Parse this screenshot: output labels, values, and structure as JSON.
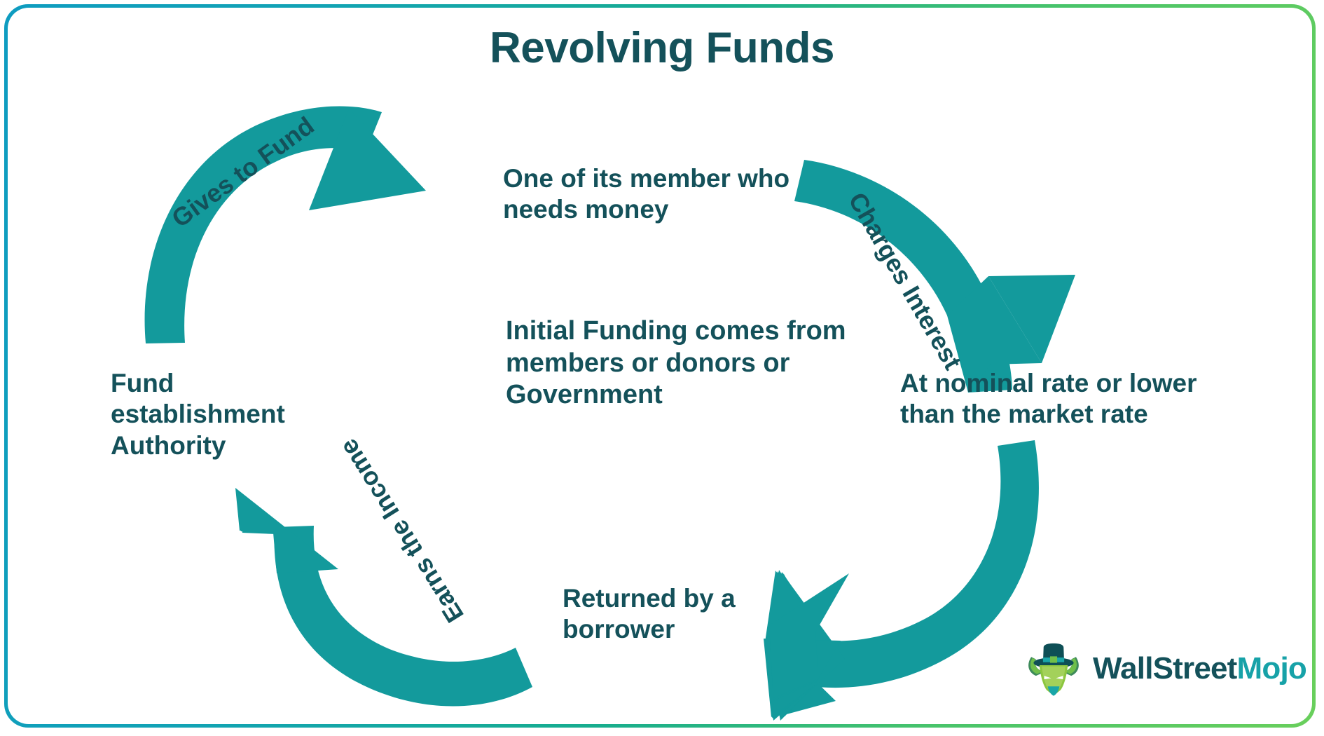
{
  "page": {
    "title": "Revolving Funds",
    "background_color": "#ffffff"
  },
  "colors": {
    "text_dark_teal": "#14515A",
    "arrow_teal": "#139A9C",
    "logo_teal": "#17A2A8",
    "frame_gradient_start": "#0E9CC0",
    "frame_gradient_end": "#69CF5C"
  },
  "diagram": {
    "type": "cycle",
    "nodes": [
      {
        "id": "member",
        "label": "One of its member who needs money",
        "position": "top-center-right"
      },
      {
        "id": "initial-funding",
        "label": "Initial Funding comes from members or donors or Government",
        "position": "center"
      },
      {
        "id": "authority",
        "label": "Fund establishment Authority",
        "position": "left"
      },
      {
        "id": "nominal-rate",
        "label": "At nominal rate or lower than the market rate",
        "position": "right"
      },
      {
        "id": "returned",
        "label": "Returned by a borrower",
        "position": "bottom-center"
      }
    ],
    "arrows": [
      {
        "id": "gives-to-fund",
        "label": "Gives to Fund",
        "direction": "top-left curving right",
        "rotation_deg": -36,
        "color": "#139A9C"
      },
      {
        "id": "charges-interest",
        "label": "Charges Interest",
        "direction": "top-right curving down",
        "rotation_deg": 60,
        "color": "#139A9C"
      },
      {
        "id": "earns-the-income",
        "label": "Earns the Income",
        "direction": "bottom-left curving up",
        "rotation_deg": 238,
        "color": "#139A9C"
      },
      {
        "id": "returns-arrow",
        "label": "",
        "direction": "bottom-right curving left",
        "rotation_deg": 0,
        "color": "#139A9C"
      }
    ]
  },
  "logo": {
    "icon_name": "bull-with-tophat-icon",
    "text_primary": "WallStreet",
    "text_accent": "Mojo"
  }
}
